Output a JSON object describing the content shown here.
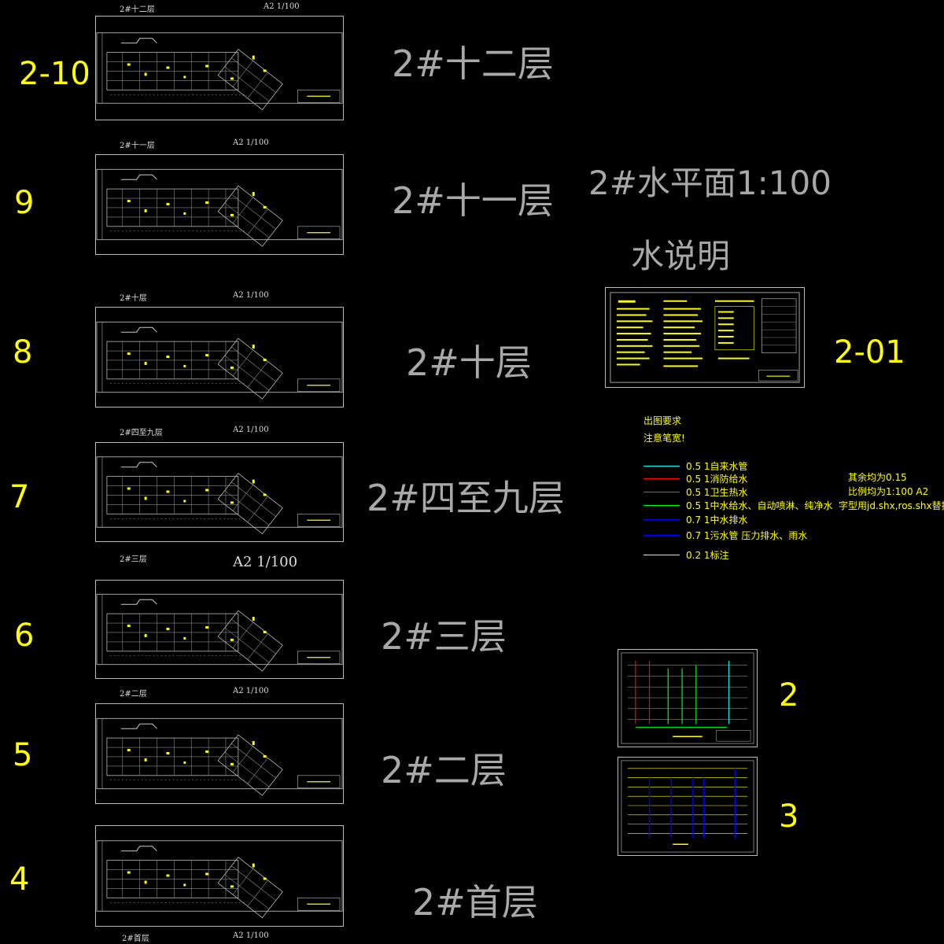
{
  "colors": {
    "background": "#000000",
    "page_number": "#ffff00",
    "title": "#a8a8a8",
    "frame": "#bbbbbb"
  },
  "sheets": [
    {
      "caption": "2#十二层",
      "scale": "A2 1/100",
      "page": "2-10",
      "title": "2#十二层"
    },
    {
      "caption": "2#十一层",
      "scale": "A2 1/100",
      "page": "9",
      "title": "2#十一层"
    },
    {
      "caption": "2#十层",
      "scale": "A2 1/100",
      "page": "8",
      "title": "2#十层"
    },
    {
      "caption": "2#四至九层",
      "scale": "A2 1/100",
      "page": "7",
      "title": "2#四至九层"
    },
    {
      "caption": "2#三层",
      "scale": "A2 1/100",
      "page": "6",
      "title": "2#三层"
    },
    {
      "caption": "2#二层",
      "scale": "A2 1/100",
      "page": "5",
      "title": "2#二层"
    },
    {
      "caption": "2#首层",
      "scale": "A2 1/100",
      "page": "4",
      "title": "2#首层"
    }
  ],
  "header": {
    "plan_title": "2#水平面1:100",
    "notes_title": "水说明"
  },
  "notes_sheet": {
    "page": "2-01"
  },
  "system_sheets": [
    {
      "page": "2"
    },
    {
      "page": "3"
    }
  ],
  "print_requirements": {
    "heading1": "出图要求",
    "heading2": "注意笔宽!",
    "legend": [
      {
        "color": "#00ffff",
        "text": "0.5 1自来水管"
      },
      {
        "color": "#ff0000",
        "text": "0.5 1消防给水"
      },
      {
        "color": "#ff00ff",
        "text": "0.5 1卫生热水"
      },
      {
        "color": "#00ff00",
        "text": "0.5 1中水给水、自动喷淋、纯净水"
      },
      {
        "color": "#0000ff",
        "text": "0.7 1中水排水"
      },
      {
        "color": "#0000ff",
        "text": "0.7 1污水管 压力排水、雨水"
      },
      {
        "color": "#ffff00",
        "text": "0.2 1标注"
      }
    ],
    "note1": "其余均为0.15",
    "note2": "比例均为1:100 A2",
    "note3": "字型用jd.shx,ros.shx替换"
  }
}
